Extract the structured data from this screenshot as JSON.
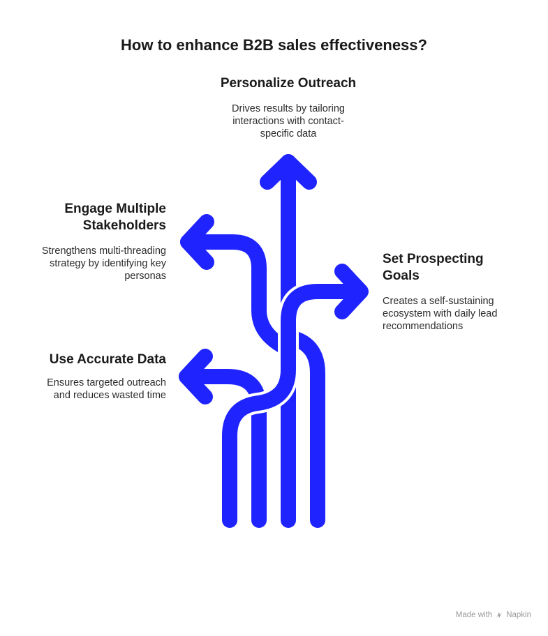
{
  "title": "How to enhance B2B sales effectiveness?",
  "branches": {
    "personalize": {
      "heading": "Personalize Outreach",
      "description": "Drives results by tailoring interactions with contact-specific data"
    },
    "stakeholders": {
      "heading": "Engage Multiple Stakeholders",
      "description": "Strengthens multi-threading strategy by identifying key personas"
    },
    "prospecting": {
      "heading": "Set Prospecting Goals",
      "description": "Creates a self-sustaining ecosystem with daily lead recommendations"
    },
    "accurate": {
      "heading": "Use Accurate Data",
      "description": "Ensures targeted outreach and reduces wasted time"
    }
  },
  "colors": {
    "arrow": "#1f24ff",
    "text": "#1a1a1a",
    "footer": "#9a9a9a"
  },
  "footer": {
    "prefix": "Made with",
    "brand": "Napkin",
    "icon": "napkin-logo-icon"
  }
}
